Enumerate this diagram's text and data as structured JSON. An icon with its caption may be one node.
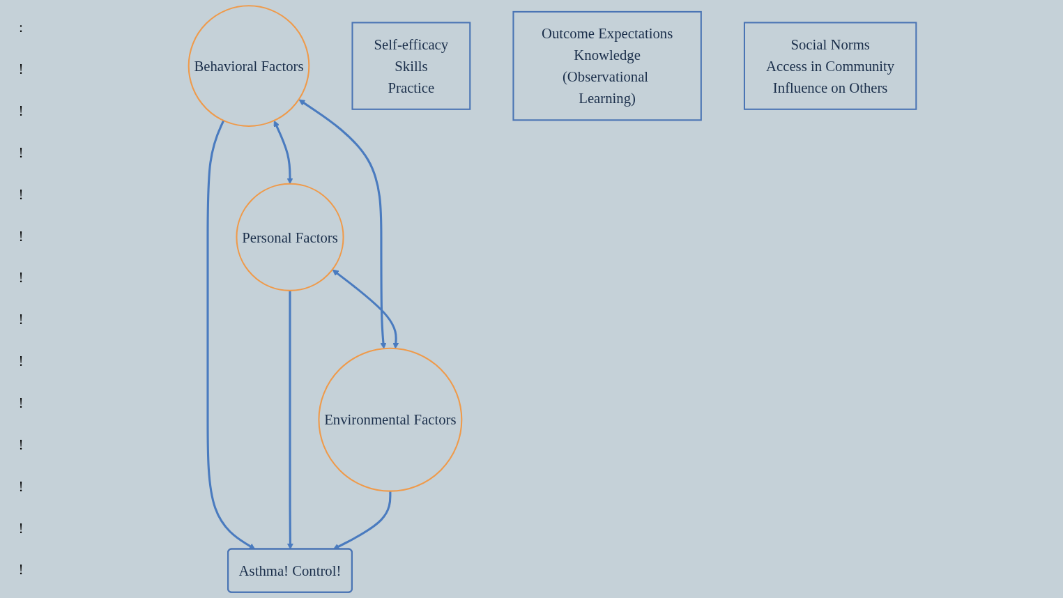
{
  "diagram": {
    "nodes": [
      {
        "text": [
          "Behavioral Factors"
        ]
      },
      {
        "text": [
          "Self-efficacy",
          "Skills",
          "Practice"
        ]
      },
      {
        "text": [
          "Asthma! Control!"
        ]
      },
      {
        "text": [
          "Outcome Expectations",
          "Knowledge",
          "(Observational Learning)"
        ]
      },
      {
        "text": [
          "Personal Factors"
        ]
      },
      {
        "text": [
          "Environmental Factors"
        ]
      },
      {
        "text": [
          "Social Norms",
          "Access in Community",
          "Influence on Others"
        ]
      }
    ],
    "edges": [
      {
        "from": 0,
        "to": 4,
        "arrow": "both"
      },
      {
        "from": 0,
        "to": 2,
        "arrow": "to"
      },
      {
        "from": 0,
        "to": 5,
        "arrow": "both"
      },
      {
        "from": 4,
        "to": 2,
        "arrow": "to"
      },
      {
        "from": 5,
        "to": 2,
        "arrow": "to"
      },
      {
        "from": 4,
        "to": 5,
        "arrow": "both"
      }
    ],
    "labels": [
      ":",
      "!",
      "!",
      "!",
      "!",
      "!",
      "!",
      "!",
      "!",
      "!",
      "!",
      "!",
      "!",
      "!"
    ]
  }
}
